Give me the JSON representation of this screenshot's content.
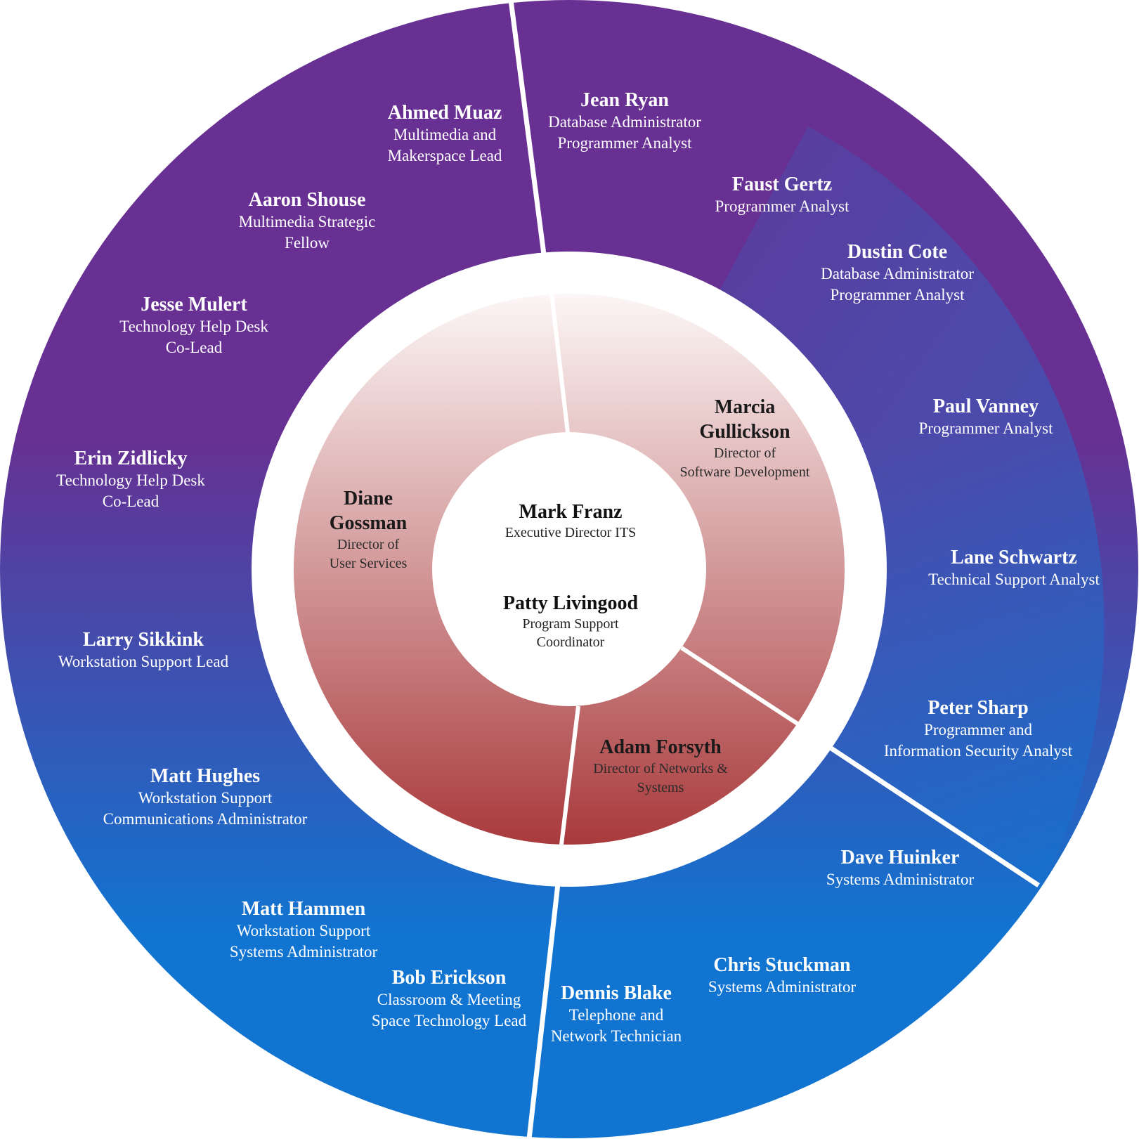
{
  "colors": {
    "outer_ring_top": "#673092",
    "outer_ring_bottom": "#1174d1",
    "inner_ring_top": "#fcf6f6",
    "inner_ring_bottom": "#a93a3c",
    "separator": "#ffffff"
  },
  "core": [
    {
      "name": "Mark Franz",
      "title": [
        "Executive Director ITS"
      ]
    },
    {
      "name": "Patty Livingood",
      "title": [
        "Program Support",
        "Coordinator"
      ]
    }
  ],
  "directors": [
    {
      "name": [
        "Marcia",
        "Gullickson"
      ],
      "title": [
        "Director of",
        "Software Development"
      ]
    },
    {
      "name": [
        "Diane",
        "Gossman"
      ],
      "title": [
        "Director of",
        "User Services"
      ]
    },
    {
      "name": [
        "Adam Forsyth"
      ],
      "title": [
        "Director of Networks &",
        "Systems"
      ]
    }
  ],
  "staff": [
    {
      "name": "Jean Ryan",
      "title": [
        "Database Administrator",
        "Programmer Analyst"
      ]
    },
    {
      "name": "Faust Gertz",
      "title": [
        "Programmer Analyst"
      ]
    },
    {
      "name": "Dustin Cote",
      "title": [
        "Database Administrator",
        "Programmer Analyst"
      ]
    },
    {
      "name": "Paul Vanney",
      "title": [
        "Programmer Analyst"
      ]
    },
    {
      "name": "Lane Schwartz",
      "title": [
        "Technical Support Analyst"
      ]
    },
    {
      "name": "Peter Sharp",
      "title": [
        "Programmer and",
        "Information Security Analyst"
      ]
    },
    {
      "name": "Dave Huinker",
      "title": [
        "Systems Administrator"
      ]
    },
    {
      "name": "Chris Stuckman",
      "title": [
        "Systems Administrator"
      ]
    },
    {
      "name": "Dennis Blake",
      "title": [
        "Telephone and",
        "Network Technician"
      ]
    },
    {
      "name": "Bob Erickson",
      "title": [
        "Classroom & Meeting",
        "Space Technology Lead"
      ]
    },
    {
      "name": "Matt Hammen",
      "title": [
        "Workstation Support",
        "Systems Administrator"
      ]
    },
    {
      "name": "Matt Hughes",
      "title": [
        "Workstation Support",
        "Communications Administrator"
      ]
    },
    {
      "name": "Larry Sikkink",
      "title": [
        "Workstation Support Lead"
      ]
    },
    {
      "name": "Erin Zidlicky",
      "title": [
        "Technology Help Desk",
        "Co-Lead"
      ]
    },
    {
      "name": "Jesse Mulert",
      "title": [
        "Technology Help Desk",
        "Co-Lead"
      ]
    },
    {
      "name": "Aaron Shouse",
      "title": [
        "Multimedia Strategic",
        "Fellow"
      ]
    },
    {
      "name": "Ahmed Muaz",
      "title": [
        "Multimedia and",
        "Makerspace Lead"
      ]
    }
  ]
}
